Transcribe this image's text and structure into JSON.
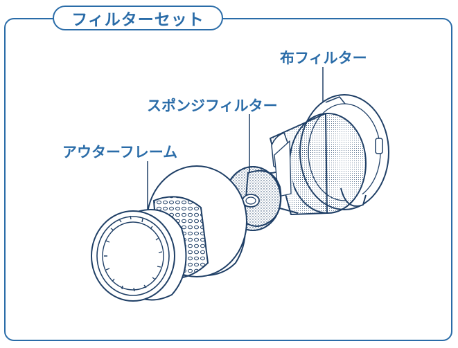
{
  "title": "フィルターセット",
  "labels": {
    "cloth_filter": "布フィルター",
    "sponge_filter": "スポンジフィルター",
    "outer_frame": "アウターフレーム"
  },
  "colors": {
    "accent": "#2a6ca8",
    "line": "#1f3f66",
    "fill": "#ffffff"
  }
}
